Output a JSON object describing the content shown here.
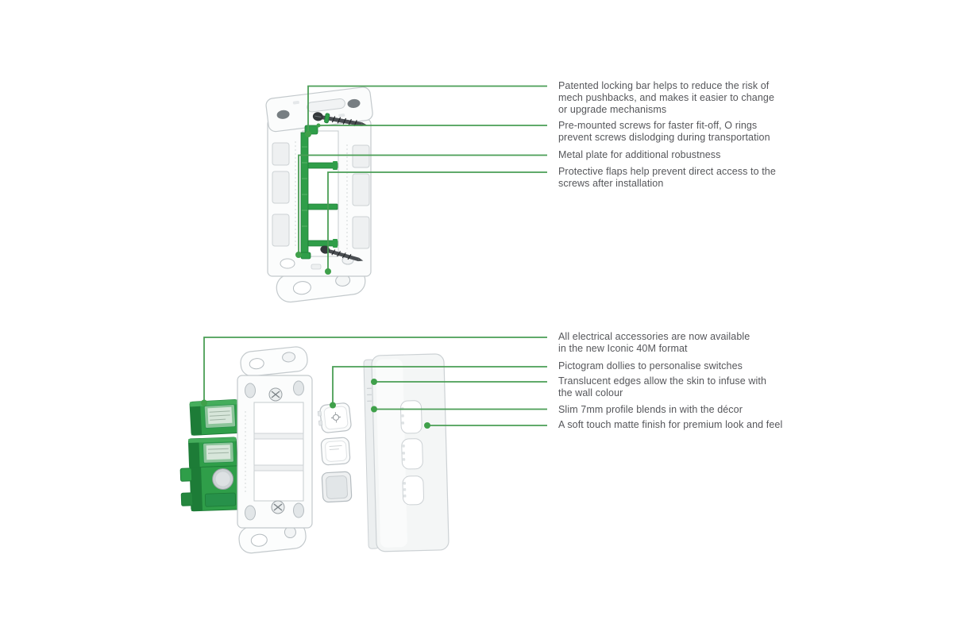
{
  "colors": {
    "background": "#ffffff",
    "accent_green": "#4a9e55",
    "callout_dot_green": "#3fa04a",
    "product_green": "#2f9e49",
    "product_green_dark": "#1d7c37",
    "outline_gray": "#c3c9cc",
    "text_gray": "#55565a"
  },
  "top_section": {
    "diagram": {
      "name": "iconic-mounting-grid-with-locking-bar",
      "components": [
        "mounting-grid-plate",
        "locking-bar",
        "pre-mounted-screw-top",
        "pre-mounted-screw-bottom",
        "metal-plate",
        "protective-flaps",
        "o-ring"
      ]
    },
    "callouts": [
      {
        "lines": [
          "Patented locking bar helps to reduce the risk of",
          "mech pushbacks, and makes it easier to change",
          "or upgrade mechanisms"
        ]
      },
      {
        "lines": [
          "Pre-mounted screws for faster fit-off, O rings",
          "prevent screws dislodging during transportation"
        ]
      },
      {
        "lines": [
          "Metal plate for additional robustness"
        ]
      },
      {
        "lines": [
          "Protective flaps help prevent direct access to the",
          "screws after installation"
        ]
      }
    ]
  },
  "bottom_section": {
    "diagram": {
      "name": "iconic-40m-exploded-view",
      "components": [
        "switch-mechanisms",
        "mounting-grid",
        "pictogram-dollies",
        "cover-skin-plate"
      ]
    },
    "callouts": [
      {
        "lines": [
          "All electrical accessories are now available",
          "in the new Iconic 40M format"
        ]
      },
      {
        "lines": [
          "Pictogram dollies to personalise switches"
        ]
      },
      {
        "lines": [
          "Translucent edges allow the skin to infuse with",
          "the wall colour"
        ]
      },
      {
        "lines": [
          "Slim 7mm profile blends in with the décor"
        ]
      },
      {
        "lines": [
          "A soft touch matte finish for premium look and feel"
        ]
      }
    ]
  }
}
